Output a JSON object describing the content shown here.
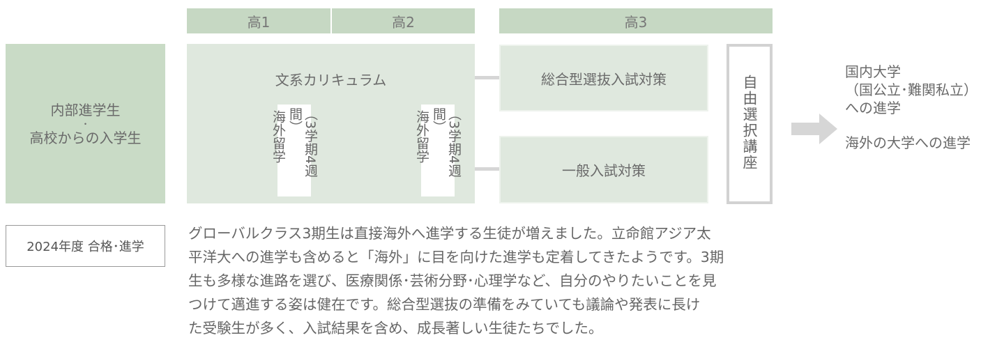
{
  "headers": {
    "year1": "高1",
    "year2": "高2",
    "year3": "高3"
  },
  "students": {
    "line1": "内部進学生",
    "sep": "・",
    "line2": "高校からの入学生"
  },
  "curriculum": {
    "title": "文系カリキュラム",
    "study_abroad_main": "海外留学",
    "study_abroad_note": "（3学期4週間）"
  },
  "tracks": {
    "comprehensive": "総合型選抜入試対策",
    "general": "一般入試対策",
    "elective": "自由選択講座"
  },
  "outcomes": {
    "line1": "国内大学",
    "line2": "（国公立･難関私立）",
    "line3": "への進学",
    "line4": "海外の大学への進学"
  },
  "result_label": "2024年度 合格･進学",
  "description": [
    "グローバルクラス3期生は直接海外へ進学する生徒が増えました。立命館アジア太",
    "平洋大への進学も含めると「海外」に目を向けた進学も定着してきたようです。3期",
    "生も多様な進路を選び、医療関係･芸術分野･心理学など、自分のやりたいことを見",
    "つけて邁進する姿は健在です。総合型選抜の準備をみていても議論や発表に長け",
    "た受験生が多く、入試結果を含め、成長著しい生徒たちでした。"
  ]
}
